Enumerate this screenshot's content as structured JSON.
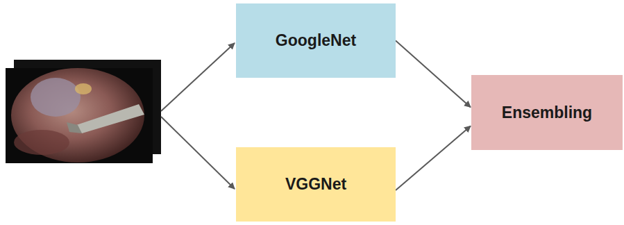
{
  "diagram": {
    "nodes": [
      {
        "text": [
          "GoogleNet"
        ]
      },
      {
        "text": [
          "VGGNet"
        ]
      },
      {
        "text": [
          "Ensembling"
        ]
      }
    ],
    "edges": [
      {
        "from": 0,
        "to": 2,
        "arrow": "to"
      },
      {
        "from": 1,
        "to": 2,
        "arrow": "to"
      }
    ]
  }
}
